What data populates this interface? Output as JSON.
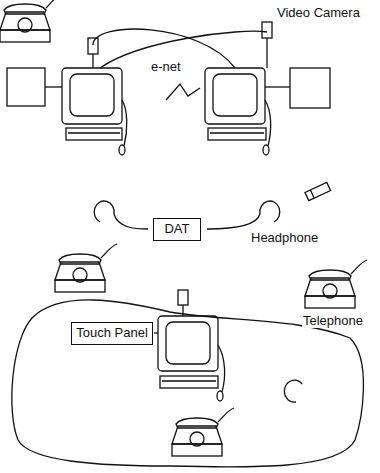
{
  "diagram": {
    "nodes": [
      {
        "text": [
          "DAT"
        ]
      },
      {
        "text": [
          "Touch Panel"
        ]
      }
    ],
    "labels": [
      "Video Camera",
      "e-net",
      "Headphone",
      "Telephone"
    ]
  }
}
